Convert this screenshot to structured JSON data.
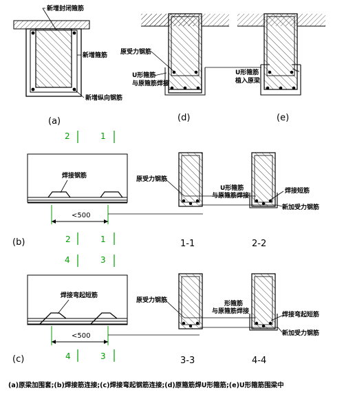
{
  "labels": {
    "new_closed_stirrup": "新增封闭箍筋",
    "new_stirrup": "新增箍筋",
    "new_longitudinal_bar": "新增纵向钢筋",
    "orig_main_bar_d": "原受力钢筋",
    "u_stirrup_weld_d": "U形箍筋\n与原箍筋焊接",
    "u_stirrup_anchor_e": "U形箍筋\n植入原梁",
    "weld_short_bar_b": "焊接钢筋",
    "orig_main_bar_22": "原受力钢筋",
    "u_stirrup_weld_22": "U形箍筋\n与原箍筋焊接",
    "weld_short_bar_22": "焊接短筋",
    "new_main_bar_22": "新加受力钢筋",
    "weld_bent_bar_c": "焊接弯起短筋",
    "orig_main_bar_44": "原受力钢筋",
    "stirrup_weld_44": "形箍筋\n与原箍筋焊接",
    "weld_bent_bar_44": "焊接弯起短筋",
    "new_main_bar_44": "新加受力钢筋"
  },
  "panels": {
    "a": "(a)",
    "d": "(d)",
    "e": "(e)",
    "b": "(b)",
    "c": "(c)"
  },
  "sections": {
    "s2": "2",
    "s1": "1",
    "s4": "4",
    "s3": "3"
  },
  "section_titles": {
    "t11": "1-1",
    "t22": "2-2",
    "t33": "3-3",
    "t44": "4-4"
  },
  "dimensions": {
    "b_span": "<500",
    "c_span": "<500"
  },
  "caption": "(a)原梁加围套;(b)焊接筋连接;(c)焊接弯起钢筋连接;(d)原箍筋焊U形箍筋;(e)U形箍筋围梁中"
}
